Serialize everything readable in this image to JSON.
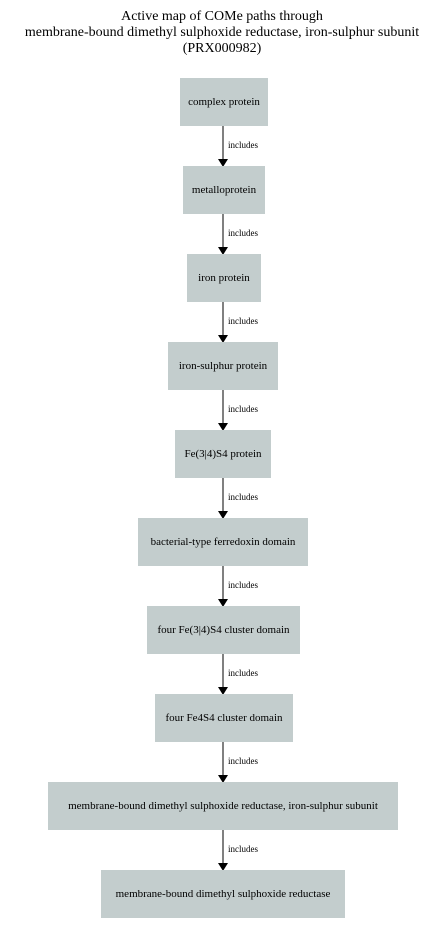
{
  "title": {
    "line1": "Active map of COMe paths through",
    "line2": "membrane-bound dimethyl sulphoxide reductase, iron-sulphur subunit",
    "line3": "(PRX000982)"
  },
  "nodes": [
    {
      "label": "complex protein"
    },
    {
      "label": "metalloprotein"
    },
    {
      "label": "iron protein"
    },
    {
      "label": "iron-sulphur protein"
    },
    {
      "label": "Fe(3|4)S4 protein"
    },
    {
      "label": "bacterial-type ferredoxin domain"
    },
    {
      "label": "four Fe(3|4)S4 cluster domain"
    },
    {
      "label": "four Fe4S4 cluster domain"
    },
    {
      "label": "membrane-bound dimethyl sulphoxide reductase, iron-sulphur subunit"
    },
    {
      "label": "membrane-bound dimethyl sulphoxide reductase"
    }
  ],
  "edges": [
    {
      "label": "includes"
    },
    {
      "label": "includes"
    },
    {
      "label": "includes"
    },
    {
      "label": "includes"
    },
    {
      "label": "includes"
    },
    {
      "label": "includes"
    },
    {
      "label": "includes"
    },
    {
      "label": "includes"
    },
    {
      "label": "includes"
    }
  ],
  "colors": {
    "node_fill": "#c3cdcd",
    "edge": "#000000"
  }
}
